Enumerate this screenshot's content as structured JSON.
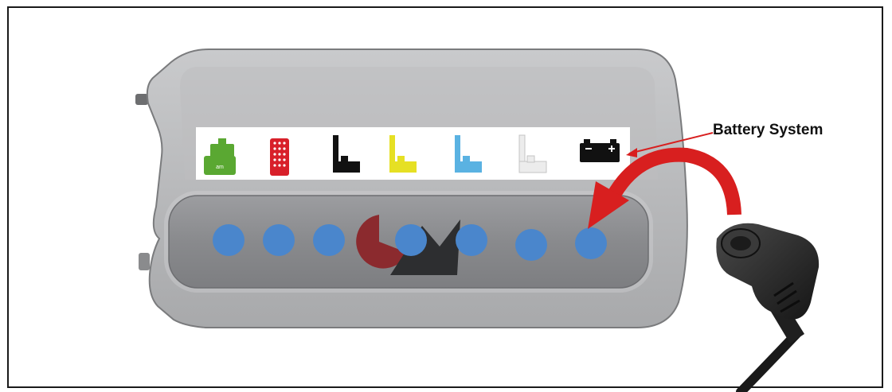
{
  "callout": {
    "label": "Battery System"
  },
  "device": {
    "port_icons": [
      "mains-plug-icon",
      "remote-control-icon",
      "black-connector-icon",
      "yellow-connector-icon",
      "blue-connector-icon",
      "white-connector-icon",
      "battery-icon"
    ],
    "port_icon_colors": [
      "#5aa832",
      "#d8202a",
      "#111111",
      "#e6e024",
      "#5ab2e2",
      "#d8d8d8",
      "#111111"
    ],
    "port_count": 7,
    "port_marker_color": "#4a86cc",
    "selected_port_index": 6
  },
  "colors": {
    "arrow": "#d81f1f",
    "pointer_line": "#d81f1f",
    "housing": "#b5b6b8",
    "panel": "#8f9093"
  }
}
